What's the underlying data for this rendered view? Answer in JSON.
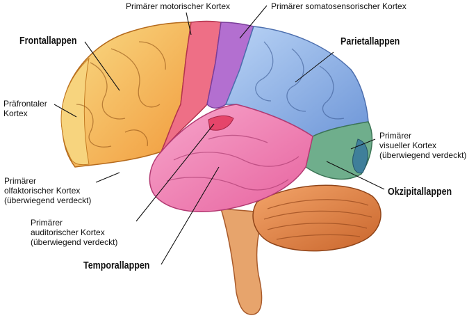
{
  "labels": {
    "motor": [
      "Primärer motorischer Kortex"
    ],
    "somato": [
      "Primärer somatosensorischer Kortex"
    ],
    "frontal": [
      "Frontallappen"
    ],
    "parietal": [
      "Parietallappen"
    ],
    "prefrontal": [
      "Präfrontaler",
      "Kortex"
    ],
    "visual": [
      "Primärer",
      "visueller Kortex",
      "(überwiegend verdeckt)"
    ],
    "olfactory": [
      "Primärer",
      "olfaktorischer Kortex",
      "(überwiegend verdeckt)"
    ],
    "occipital": [
      "Okzipitallappen"
    ],
    "auditory": [
      "Primärer",
      "auditorischer Kortex",
      "(überwiegend verdeckt)"
    ],
    "temporal": [
      "Temporallappen"
    ]
  },
  "colors": {
    "frontal": "#f4b14e",
    "prefrontal": "#f6d27a",
    "motor": "#ee6f86",
    "somatosensory": "#b36fd0",
    "parietal": "#8fb6e8",
    "occipital": "#6fae8c",
    "visual": "#3f7f9a",
    "temporal": "#ee86b4",
    "auditory": "#e5456a",
    "cerebellum": "#e0864a",
    "brainstem": "#e7a46c"
  }
}
